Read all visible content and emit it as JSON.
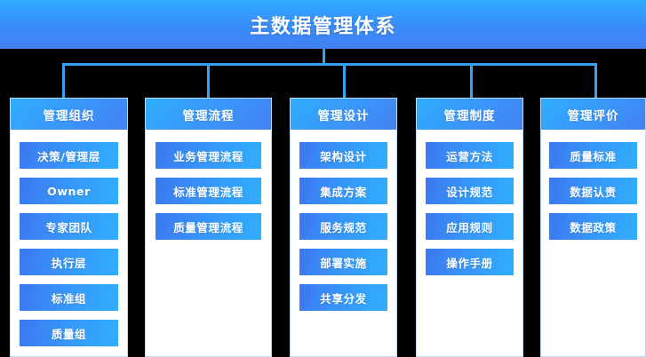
{
  "title": "主数据管理体系",
  "colors": {
    "banner_top": "#2fa9fe",
    "banner_bottom": "#4380f2",
    "connector": "#33a3f8",
    "card_bg": "#ffffff",
    "card_border": "#bcd9f7",
    "header_gradient_from": "#2faefd",
    "header_gradient_to": "#4481f0",
    "pill_gradient_from": "#3b78f0",
    "pill_gradient_to": "#30aefd",
    "background": "#000000"
  },
  "columns": [
    {
      "header": "管理组织",
      "items": [
        "决策/管理层",
        "Owner",
        "专家团队",
        "执行层",
        "标准组",
        "质量组"
      ]
    },
    {
      "header": "管理流程",
      "items": [
        "业务管理流程",
        "标准管理流程",
        "质量管理流程"
      ]
    },
    {
      "header": "管理设计",
      "items": [
        "架构设计",
        "集成方案",
        "服务规范",
        "部署实施",
        "共享分发"
      ]
    },
    {
      "header": "管理制度",
      "items": [
        "运营方法",
        "设计规范",
        "应用规则",
        "操作手册"
      ]
    },
    {
      "header": "管理评价",
      "items": [
        "质量标准",
        "数据认责",
        "数据政策"
      ]
    }
  ]
}
